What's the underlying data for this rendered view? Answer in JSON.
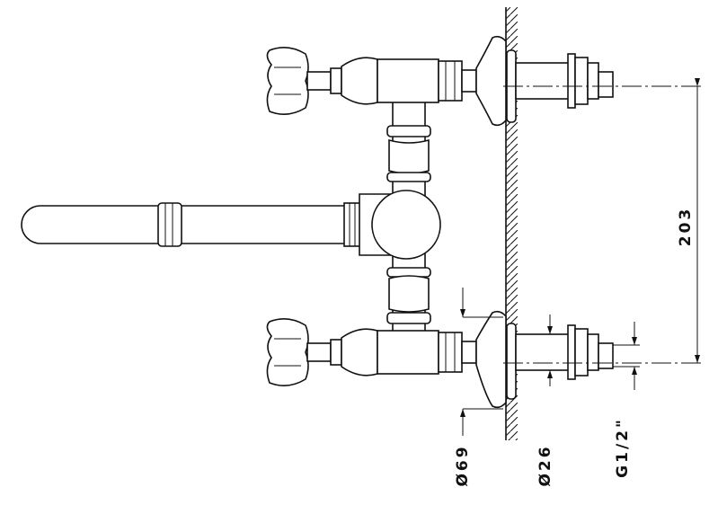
{
  "drawing": {
    "dimensions": {
      "center_distance": "203",
      "rosette_diameter": "Ø69",
      "pipe_diameter": "Ø26",
      "thread": "G1/2\""
    }
  }
}
